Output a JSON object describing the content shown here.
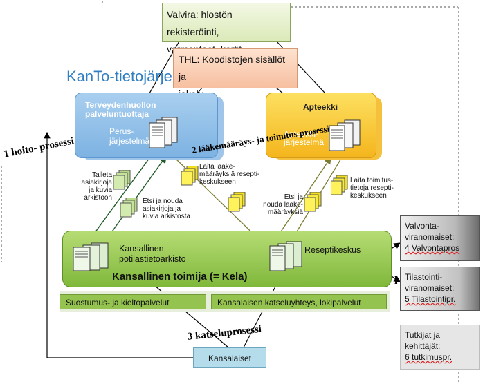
{
  "title": "KanTo-tietojärje",
  "valvira": "Valvira: hlostön rekisteröinti,\nvarmenteet, kortit",
  "thl": "THL: Koodistojen sisällöt ja\njakelu",
  "provider": {
    "title": "Terveydenhuollon\npalveluntuottaja",
    "system": "Perus-\njärjestelmä(t)"
  },
  "pharmacy": {
    "title": "Apteekki",
    "system": "Apteekki-\njärjestelmä"
  },
  "processes": {
    "p1": "1 hoito- prosessi",
    "p2": "2 lääkemääräys- ja toimitus prosessi",
    "p3": "3 katseluprosessi"
  },
  "flows": {
    "store_records": "Talleta\nasiakirjoja\nja kuvia\narkistoon",
    "fetch_records": "Etsi ja nouda\nasiakirjoja ja\nkuvia arkistosta",
    "store_prescriptions": "Laita lääke-\nmääräyksiä resepti-\nkeskukseen",
    "fetch_prescriptions": "Etsi ja\nnouda lääke-\nmääräyksiä",
    "store_dispensing": "Laita toimitus-\ntietoja resepti-\nkeskukseen"
  },
  "national": {
    "archive": "Kansallinen\npotilastietoarkisto",
    "prescription_center": "Reseptikeskus",
    "actor": "Kansallinen toimija (= Kela)"
  },
  "services": {
    "consent": "Suostumus- ja kieltopalvelut",
    "citizen_view": "Kansalaisen katseluyhteys, lokipalvelut"
  },
  "authorities": {
    "supervision_label": "Valvonta-\nviranomaiset:",
    "supervision_proc": "4 Valvontapros",
    "statistics_label": "Tilastointi-\nviranomaiset:",
    "statistics_proc": "5 Tilastointipr.",
    "research_label": "Tutkijat ja\nkehittäjät:",
    "research_proc": "6 tutkimuspr.",
    "marker": "l"
  },
  "citizens": "Kansalaiset",
  "colors": {
    "title": "#2f7fc2",
    "arrow_dark": "#1f5a26",
    "arrow_olive": "#8a8a3a",
    "doc_yellow": "#ffef2a",
    "doc_green": "#b9d98a"
  }
}
